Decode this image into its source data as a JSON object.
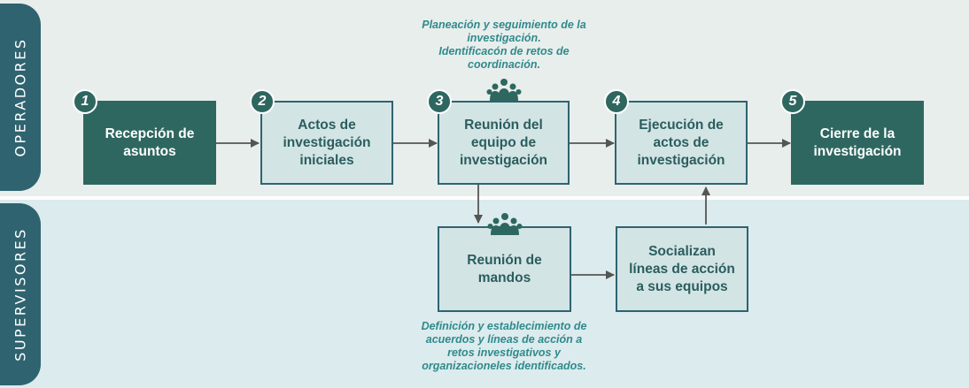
{
  "lanes": {
    "top": "OPERADORES",
    "bottom": "SUPERVISORES"
  },
  "steps": [
    {
      "number": "1",
      "label": "Recepción de\nasuntos"
    },
    {
      "number": "2",
      "label": "Actos de\ninvestigación\niniciales"
    },
    {
      "number": "3",
      "label": "Reunión del\nequipo de\ninvestigación"
    },
    {
      "number": "4",
      "label": "Ejecución de\nactos de\ninvestigación"
    },
    {
      "number": "5",
      "label": "Cierre de la\ninvestigación"
    }
  ],
  "supervisor_boxes": {
    "meeting": "Reunión de\nmandos",
    "socialize": "Socializan\nlíneas de acción\na sus equipos"
  },
  "notes": {
    "top": "Planeación y seguimiento de la\ninvestigación.\nIdentificacón de retos de\ncoordinación.",
    "bottom": "Definición y establecimiento de\nacuerdos y líneas de acción a\nretos investigativos y\norganizacioneles identificados."
  },
  "icons": {
    "team": "people-group-icon"
  },
  "colors": {
    "dark_box": "#2e6760",
    "light_box": "#d3e4e5",
    "lane_tab": "#2f6370",
    "note_text": "#2f8a8c",
    "arrow": "#555555"
  }
}
